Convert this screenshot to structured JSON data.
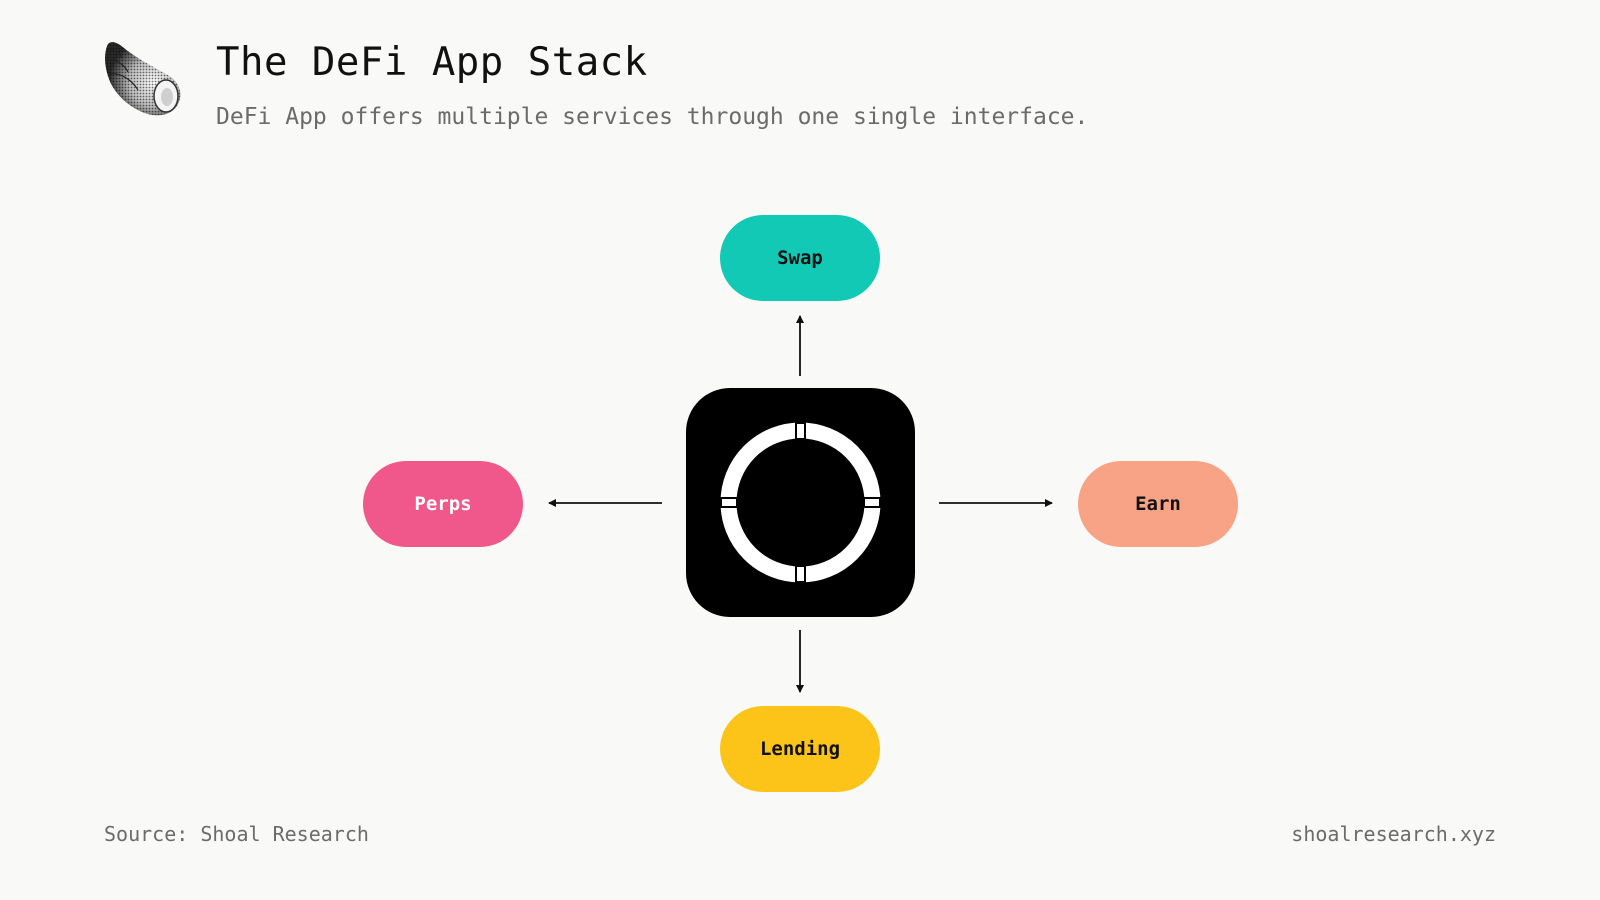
{
  "header": {
    "title": "The DeFi App Stack",
    "subtitle": "DeFi App offers multiple services through one single interface."
  },
  "diagram": {
    "hub": {
      "icon": "defi-app-ring-icon"
    },
    "nodes": [
      {
        "id": "swap",
        "label": "Swap",
        "color": "#12c9b5",
        "text_color": "#111111"
      },
      {
        "id": "perps",
        "label": "Perps",
        "color": "#f0578a",
        "text_color": "#ffffff"
      },
      {
        "id": "earn",
        "label": "Earn",
        "color": "#f8a286",
        "text_color": "#111111"
      },
      {
        "id": "lending",
        "label": "Lending",
        "color": "#fcc419",
        "text_color": "#111111"
      }
    ]
  },
  "footer": {
    "source": "Source: Shoal Research",
    "site": "shoalresearch.xyz"
  },
  "colors": {
    "background": "#f9f9f7",
    "hub": "#000000",
    "arrow": "#111111"
  }
}
